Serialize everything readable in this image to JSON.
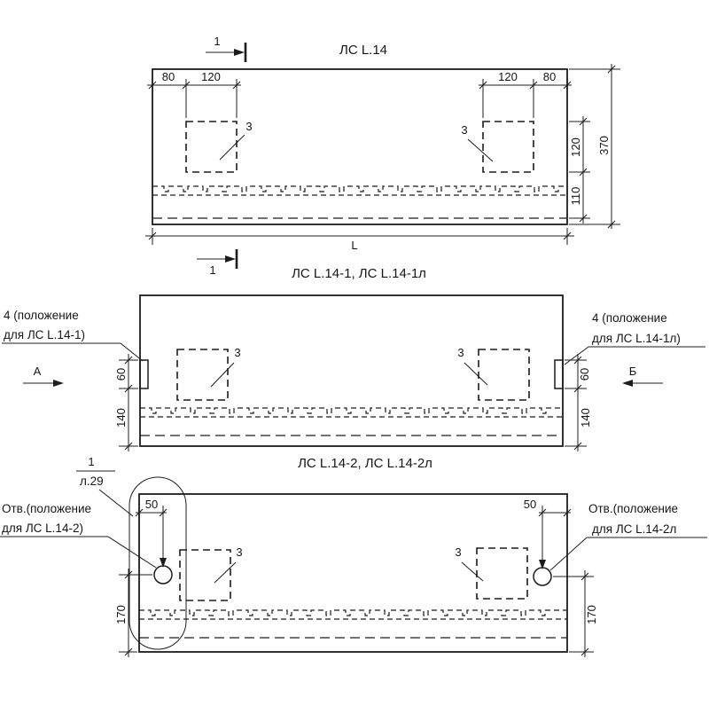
{
  "background": "#ffffff",
  "ink": "#1c1c1c",
  "views": {
    "v1": {
      "title": "ЛС L.14",
      "section_mark": "1",
      "dim_80_left": "80",
      "dim_120_left": "120",
      "dim_120_right": "120",
      "dim_80_right": "80",
      "dim_120_side": "120",
      "dim_110_side": "110",
      "dim_370_side": "370",
      "dim_length": "L",
      "slot_label": "3"
    },
    "v2": {
      "title": "ЛС L.14-1, ЛС L.14-1л",
      "label_pos_left_1": "4 (положение",
      "label_pos_left_2": "для ЛС L.14-1)",
      "label_pos_right_1": "4 (положение",
      "label_pos_right_2": "для ЛС L.14-1л)",
      "view_arrow_a": "А",
      "view_arrow_b": "Б",
      "dim_60_left": "60",
      "dim_140_left": "140",
      "dim_60_right": "60",
      "dim_140_right": "140",
      "slot_label": "3"
    },
    "v3": {
      "title": "ЛС L.14-2, ЛС L.14-2л",
      "detail_number": "1",
      "detail_sheet": "л.29",
      "label_hole_left_1": "Отв.(положение",
      "label_hole_left_2": "для ЛС L.14-2)",
      "label_hole_right_1": "Отв.(положение",
      "label_hole_right_2": "для ЛС L.14-2л",
      "dim_50_left": "50",
      "dim_50_right": "50",
      "dim_170_left": "170",
      "dim_170_right": "170",
      "slot_label": "3"
    }
  }
}
